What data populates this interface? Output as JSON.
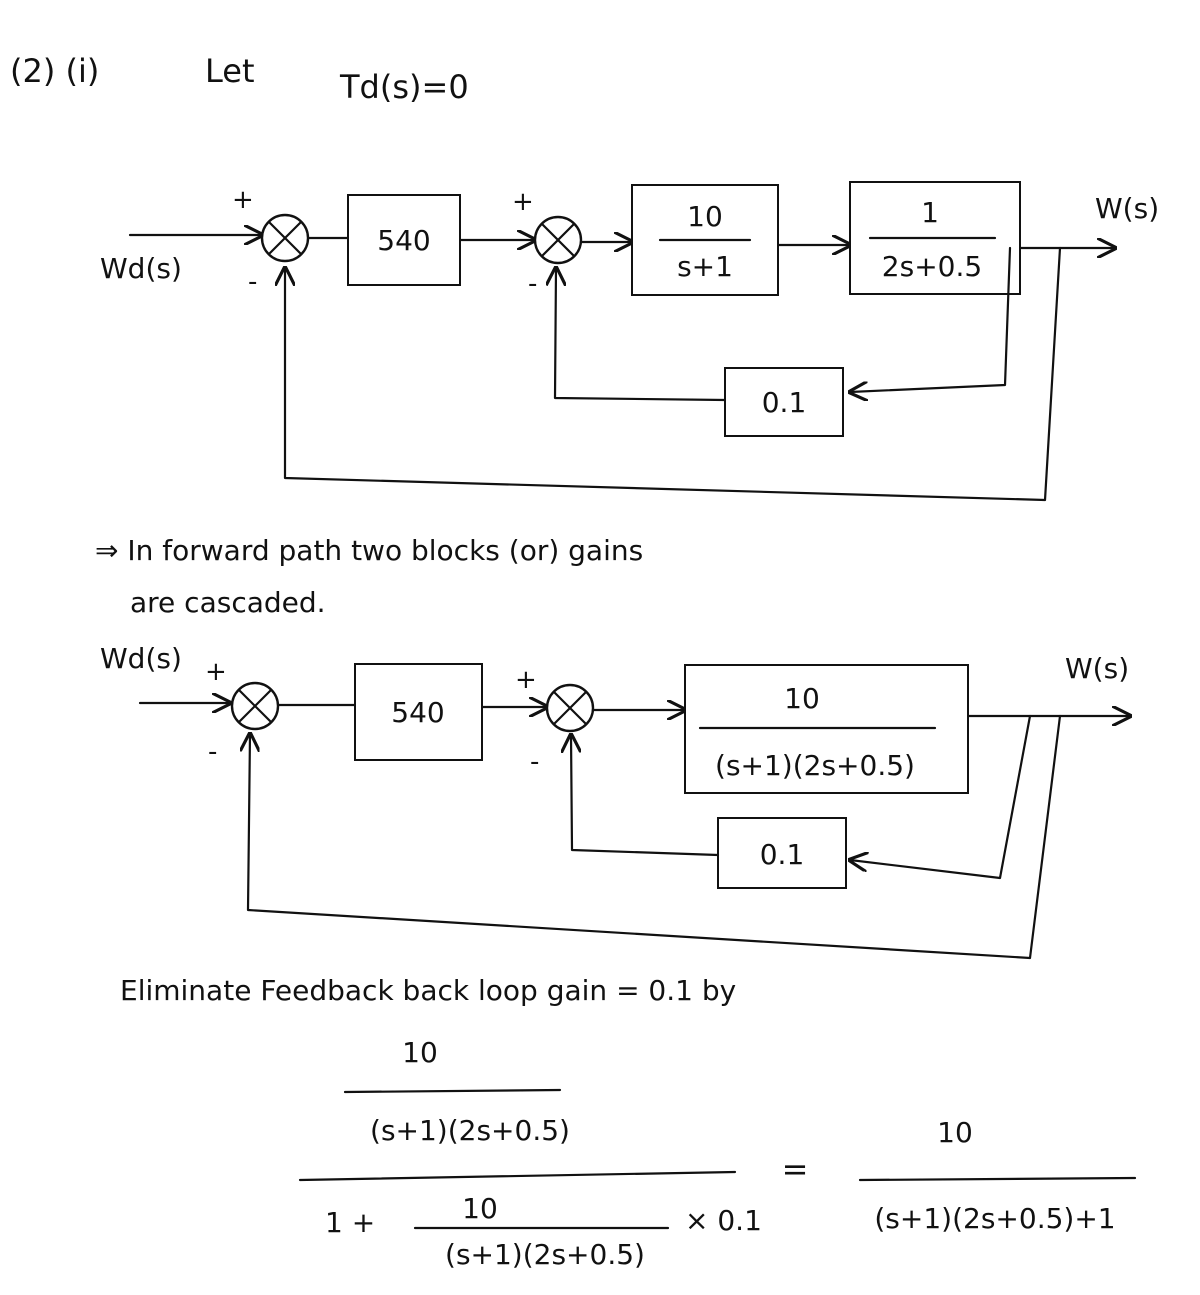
{
  "header": {
    "problem_ref": "(2) (i)",
    "intro": "Let",
    "condition": "Td(s)=0"
  },
  "diagram1": {
    "input": "Wd(s)",
    "output": "W(s)",
    "gain_block": "540",
    "plant1": {
      "num": "10",
      "den": "s+1"
    },
    "plant2": {
      "num": "1",
      "den": "2s+0.5"
    },
    "feedback_gain": "0.1",
    "signs": {
      "plus": "+",
      "minus": "-"
    }
  },
  "note": {
    "line1": "⇒ In forward path two blocks (or) gains",
    "line2": "are cascaded."
  },
  "diagram2": {
    "input": "Wd(s)",
    "output": "W(s)",
    "gain_block": "540",
    "plant": {
      "num": "10",
      "den": "(s+1)(2s+0.5)"
    },
    "feedback_gain": "0.1",
    "signs": {
      "plus": "+",
      "minus": "-"
    }
  },
  "eliminate_text": "Eliminate Feedback back loop gain = 0.1 by",
  "equation": {
    "inner_num": "10",
    "inner_den": "(s+1)(2s+0.5)",
    "den_lead": "1 +",
    "den_num": "10",
    "den_den": "(s+1)(2s+0.5)",
    "den_tail": "× 0.1",
    "equals": "=",
    "result_num": "10",
    "result_den": "(s+1)(2s+0.5)+1"
  }
}
